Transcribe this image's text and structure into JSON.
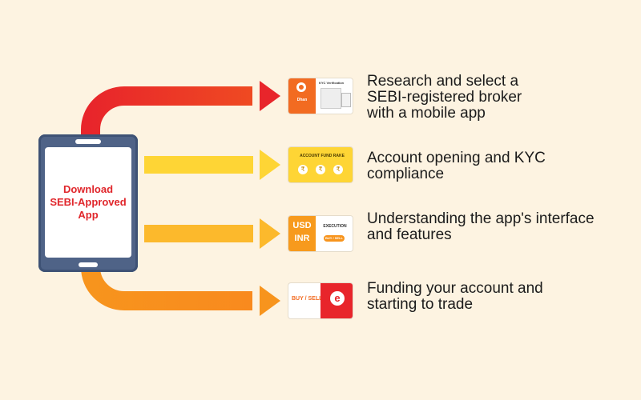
{
  "phone": {
    "label": "Download\nSEBI-Approved\nApp"
  },
  "steps": [
    {
      "text": "Research and select a\nSEBI-registered broker\nwith a mobile app",
      "card": {
        "left_title": "Dhan",
        "left_caption": "Dhan",
        "right_title": "KYC Verification"
      }
    },
    {
      "text": "Account opening and KYC\ncompliance",
      "card": {
        "title": "ACCOUNT FUND RAKE",
        "symbols": [
          "₹",
          "₹",
          "₹"
        ]
      }
    },
    {
      "text": "Understanding the app's interface\nand features",
      "card": {
        "left_top": "USD",
        "left_bottom": "INR",
        "right_title": "EXECUTION",
        "right_button": "BUY / SELL"
      }
    },
    {
      "text": "Funding your account and\nstarting to trade",
      "card": {
        "left_label": "BUY / SELL",
        "logo": "e"
      }
    }
  ],
  "colors": {
    "background": "#fdf3e1",
    "red": "#e8252b",
    "orange": "#f7941d",
    "yellow": "#fed535",
    "phone": "#4f6387"
  },
  "icons": [
    "phone-icon",
    "arrow-right-icon"
  ]
}
